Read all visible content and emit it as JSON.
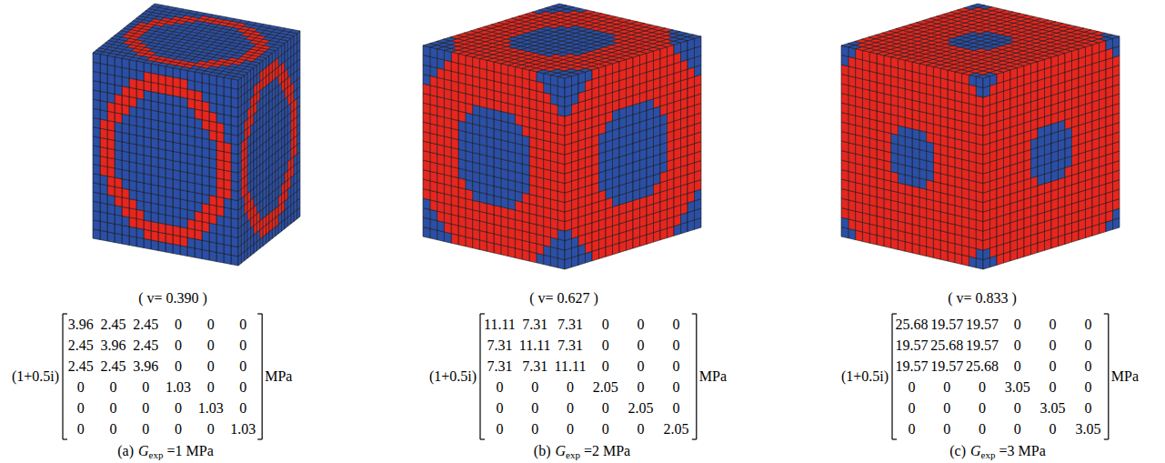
{
  "diagram": {
    "labels": [
      "( v= 0.390 )",
      "(1+0.5i)",
      "3.96",
      "2.45",
      "2.45",
      "0",
      "0",
      "0",
      "2.45",
      "3.96",
      "2.45",
      "0",
      "0",
      "0",
      "2.45",
      "2.45",
      "3.96",
      "0",
      "0",
      "0",
      "0",
      "0",
      "0",
      "1.03",
      "0",
      "0",
      "0",
      "0",
      "0",
      "0",
      "1.03",
      "0",
      "0",
      "0",
      "0",
      "0",
      "0",
      "1.03",
      "MPa",
      "(a)",
      "G",
      "exp",
      "=1 MPa",
      "( v= 0.627 )",
      "(1+0.5i)",
      "11.11",
      "7.31",
      "7.31",
      "0",
      "0",
      "0",
      "7.31",
      "11.11",
      "7.31",
      "0",
      "0",
      "0",
      "7.31",
      "7.31",
      "11.11",
      "0",
      "0",
      "0",
      "0",
      "0",
      "0",
      "2.05",
      "0",
      "0",
      "0",
      "0",
      "0",
      "0",
      "2.05",
      "0",
      "0",
      "0",
      "0",
      "0",
      "0",
      "2.05",
      "MPa",
      "(b)",
      "G",
      "exp",
      "=2 MPa",
      "( v= 0.833 )",
      "(1+0.5i)",
      "25.68",
      "19.57",
      "19.57",
      "0",
      "0",
      "0",
      "19.57",
      "25.68",
      "19.57",
      "0",
      "0",
      "0",
      "19.57",
      "19.57",
      "25.68",
      "0",
      "0",
      "0",
      "0",
      "0",
      "0",
      "3.05",
      "0",
      "0",
      "0",
      "0",
      "0",
      "0",
      "3.05",
      "0",
      "0",
      "0",
      "0",
      "0",
      "0",
      "3.05",
      "MPa",
      "(c)",
      "G",
      "exp",
      "=3 MPa"
    ]
  }
}
